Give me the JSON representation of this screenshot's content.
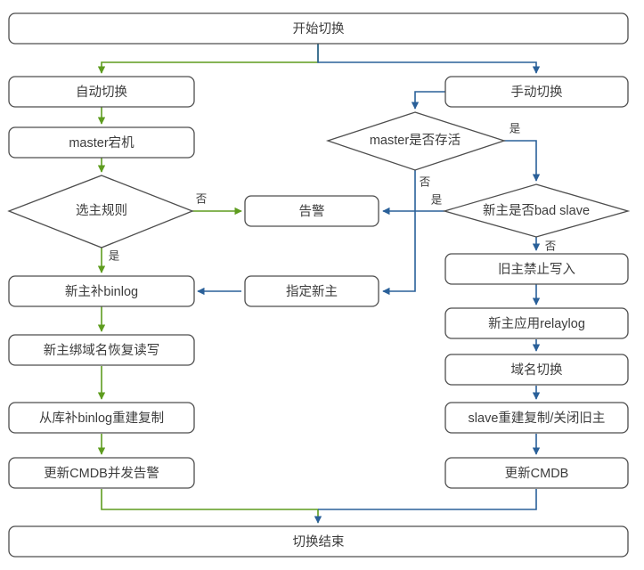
{
  "diagram": {
    "title": "MySQL master switchover flowchart",
    "colors": {
      "auto_branch": "#5e9c1f",
      "manual_branch": "#2a6099",
      "node_stroke": "#4d4d4d",
      "node_fill": "#ffffff",
      "text": "#3c3c3c"
    },
    "nodes": {
      "start": {
        "label": "开始切换",
        "shape": "rounded-rect"
      },
      "auto_switch": {
        "label": "自动切换",
        "shape": "rounded-rect"
      },
      "manual_switch": {
        "label": "手动切换",
        "shape": "rounded-rect"
      },
      "master_down": {
        "label": "master宕机",
        "shape": "rounded-rect"
      },
      "master_alive": {
        "label": "master是否存活",
        "shape": "diamond"
      },
      "elect_rule": {
        "label": "选主规则",
        "shape": "diamond"
      },
      "bad_slave": {
        "label": "新主是否bad slave",
        "shape": "diamond"
      },
      "alarm": {
        "label": "告警",
        "shape": "rounded-rect"
      },
      "assign_new_master": {
        "label": "指定新主",
        "shape": "rounded-rect"
      },
      "new_master_binlog": {
        "label": "新主补binlog",
        "shape": "rounded-rect"
      },
      "old_master_readonly": {
        "label": "旧主禁止写入",
        "shape": "rounded-rect"
      },
      "new_master_relaylog": {
        "label": "新主应用relaylog",
        "shape": "rounded-rect"
      },
      "bind_domain": {
        "label": "新主绑域名恢复读写",
        "shape": "rounded-rect"
      },
      "domain_switch": {
        "label": "域名切换",
        "shape": "rounded-rect"
      },
      "slave_binlog_rebuild": {
        "label": "从库补binlog重建复制",
        "shape": "rounded-rect"
      },
      "slave_rebuild_close_old": {
        "label": "slave重建复制/关闭旧主",
        "shape": "rounded-rect"
      },
      "update_cmdb_alarm": {
        "label": "更新CMDB并发告警",
        "shape": "rounded-rect"
      },
      "update_cmdb": {
        "label": "更新CMDB",
        "shape": "rounded-rect"
      },
      "end": {
        "label": "切换结束",
        "shape": "rounded-rect"
      }
    },
    "edge_labels": {
      "elect_rule_no": "否",
      "elect_rule_yes": "是",
      "master_alive_yes": "是",
      "master_alive_no": "否",
      "bad_slave_yes": "是",
      "bad_slave_no": "否"
    }
  }
}
